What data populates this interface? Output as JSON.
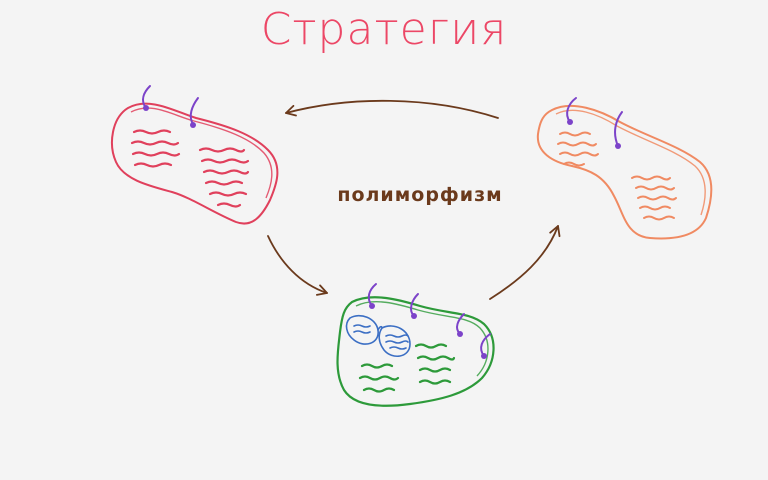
{
  "title": "Стратегия",
  "center_label": "полиморфизм",
  "colors": {
    "background": "#f4f4f4",
    "title": "#ec4766",
    "label": "#6b3a1c",
    "arrow": "#6b3a1c",
    "hook": "#7c43c9",
    "blob_left": "#e0405c",
    "blob_right": "#f08a62",
    "blob_bottom": "#2d9a3a",
    "glasses": "#3c6fc4"
  },
  "nodes": [
    {
      "id": "left-blob",
      "color_key": "blob_left"
    },
    {
      "id": "right-blob",
      "color_key": "blob_right"
    },
    {
      "id": "bottom-blob",
      "color_key": "blob_bottom",
      "accessory": "glasses-icon"
    }
  ],
  "edges": [
    {
      "from": "right-blob",
      "to": "left-blob"
    },
    {
      "from": "left-blob",
      "to": "bottom-blob"
    },
    {
      "from": "bottom-blob",
      "to": "right-blob"
    }
  ]
}
